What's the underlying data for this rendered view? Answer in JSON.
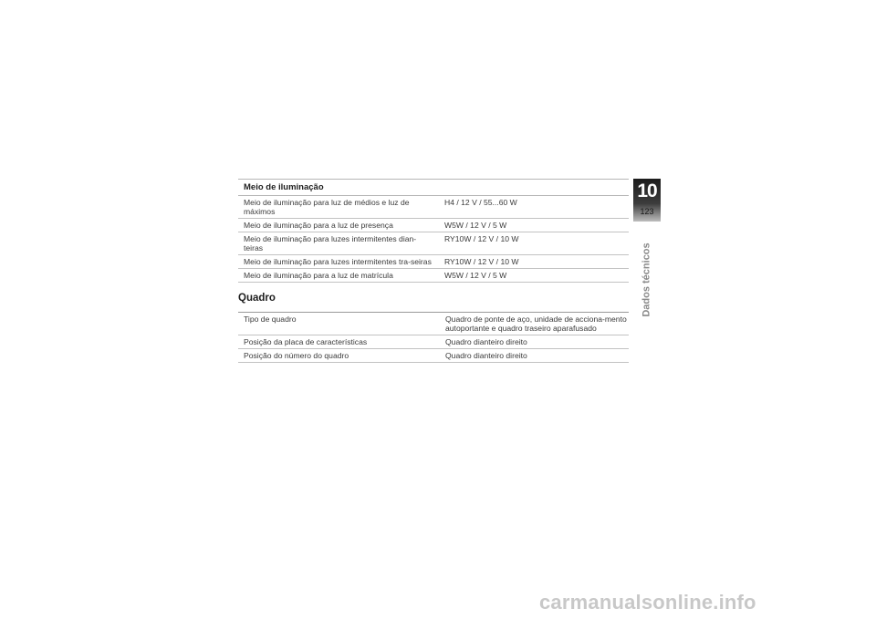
{
  "lighting": {
    "title": "Meio de iluminação",
    "rows": [
      {
        "label": "Meio de iluminação para luz de médios e luz de máximos",
        "value": "H4 / 12 V / 55...60 W"
      },
      {
        "label": "Meio de iluminação para a luz de presença",
        "value": "W5W / 12 V / 5 W"
      },
      {
        "label": "Meio de iluminação para luzes intermitentes dian-teiras",
        "value": "RY10W / 12 V / 10 W"
      },
      {
        "label": "Meio de iluminação para luzes intermitentes tra-seiras",
        "value": "RY10W / 12 V / 10 W"
      },
      {
        "label": "Meio de iluminação para a luz de matrícula",
        "value": "W5W / 12 V / 5 W"
      }
    ]
  },
  "frame": {
    "title": "Quadro",
    "rows": [
      {
        "label": "Tipo de quadro",
        "value": "Quadro de ponte de aço, unidade de acciona-mento autoportante e quadro traseiro aparafusado"
      },
      {
        "label": "Posição da placa de características",
        "value": "Quadro dianteiro direito"
      },
      {
        "label": "Posição do número do quadro",
        "value": "Quadro dianteiro direito"
      }
    ]
  },
  "chapter_tab": {
    "number": "10",
    "page": "123"
  },
  "side_label": "Dados técnicos",
  "watermark": "carmanualsonline.info"
}
